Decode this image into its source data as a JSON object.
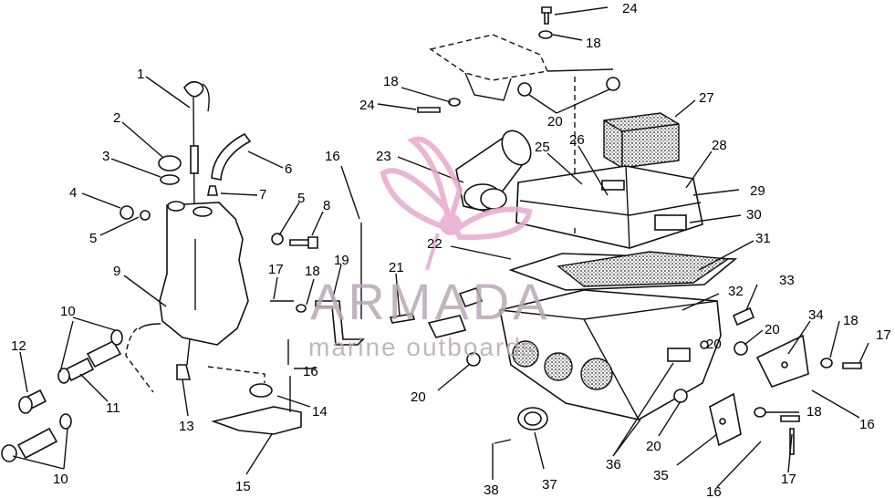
{
  "callouts": [
    "1",
    "2",
    "3",
    "4",
    "5",
    "5",
    "6",
    "7",
    "8",
    "9",
    "10",
    "10",
    "11",
    "12",
    "13",
    "14",
    "15",
    "16",
    "16",
    "16",
    "16",
    "17",
    "17",
    "17",
    "18",
    "18",
    "18",
    "18",
    "18",
    "19",
    "20",
    "20",
    "20",
    "20",
    "20",
    "21",
    "22",
    "23",
    "24",
    "24",
    "25",
    "26",
    "27",
    "28",
    "29",
    "30",
    "31",
    "32",
    "33",
    "34",
    "35",
    "36",
    "37",
    "38"
  ],
  "watermark": {
    "brand": "ARMADA",
    "tagline": "marine outboards"
  },
  "colors": {
    "line": "#111111",
    "watermark_pink": "#e8a9cf",
    "watermark_text": "#b9a9b6"
  }
}
